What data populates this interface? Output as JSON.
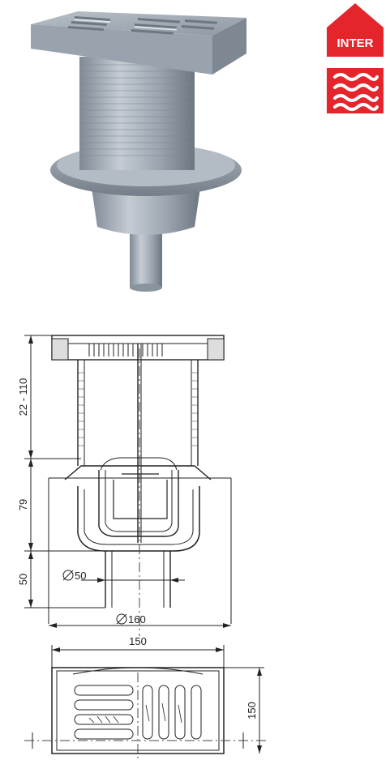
{
  "badge": {
    "label": "INTER",
    "color": "#e4252c",
    "icons": [
      "arrow-up-icon",
      "water-waves-icon"
    ]
  },
  "section_view": {
    "dimensions": {
      "height_adjust": "22 - 110",
      "body_height": "79",
      "outlet_height": "50",
      "outlet_diameter": "50",
      "flange_diameter": "160"
    }
  },
  "top_view": {
    "dimensions": {
      "width": "150",
      "depth": "150"
    }
  }
}
